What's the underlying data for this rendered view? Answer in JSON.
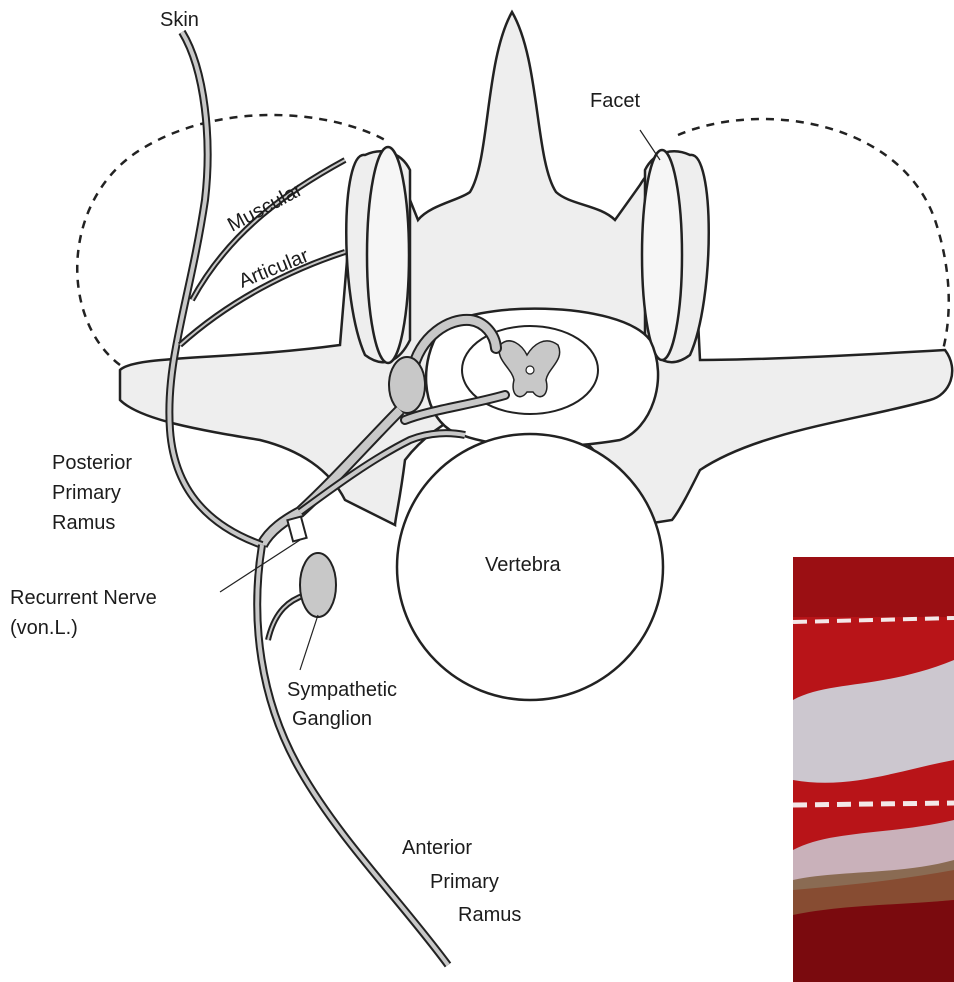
{
  "labels": {
    "skin": "Skin",
    "facet": "Facet",
    "muscular": "Muscular",
    "articular": "Articular",
    "posterior_line1": "Posterior",
    "posterior_line2": "Primary",
    "posterior_line3": "Ramus",
    "recurrent_line1": "Recurrent Nerve",
    "recurrent_line2": "(von.L.)",
    "vertebra": "Vertebra",
    "sympathetic_line1": "Sympathetic",
    "sympathetic_line2": "Ganglion",
    "anterior_line1": "Anterior",
    "anterior_line2": "Primary",
    "anterior_line3": "Ramus"
  },
  "colors": {
    "bone_fill": "#eeeeee",
    "outline": "#222222",
    "nerve_fill": "#c8c8c8",
    "text": "#1c1c1c",
    "inset_red": "#b81418",
    "inset_dark_red": "#7a0a0e",
    "inset_blue_white": "#cfe6f0"
  }
}
